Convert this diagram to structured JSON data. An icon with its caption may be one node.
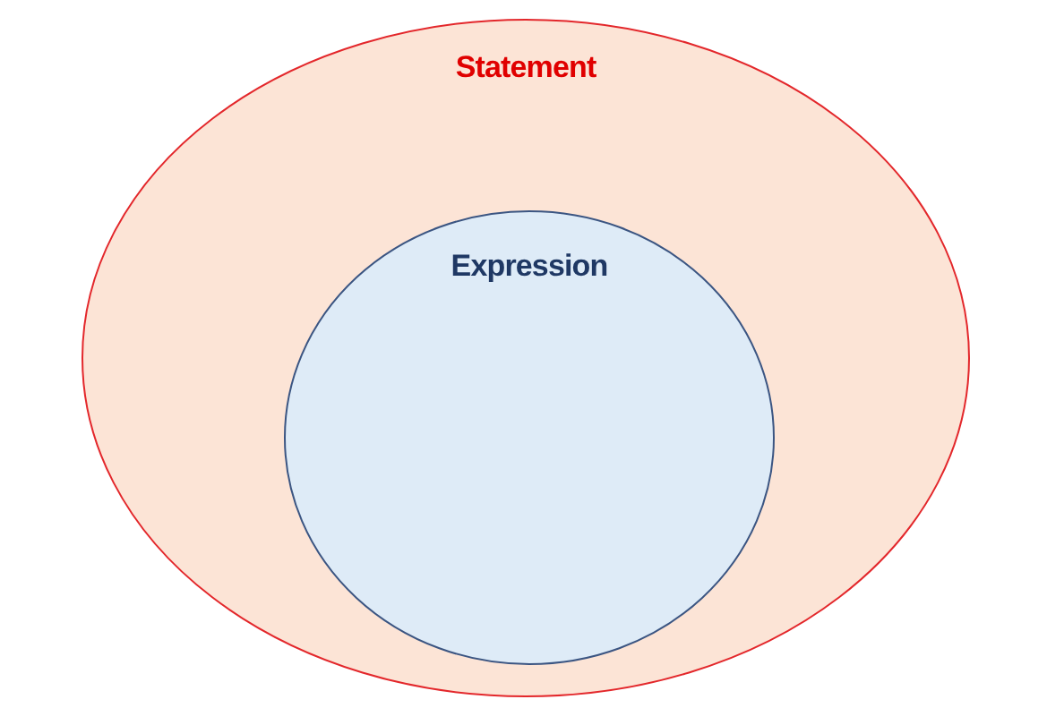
{
  "diagram": {
    "nodes": [
      {
        "text": [
          "Statement"
        ]
      },
      {
        "text": [
          "Expression"
        ],
        "in": 0
      }
    ]
  }
}
